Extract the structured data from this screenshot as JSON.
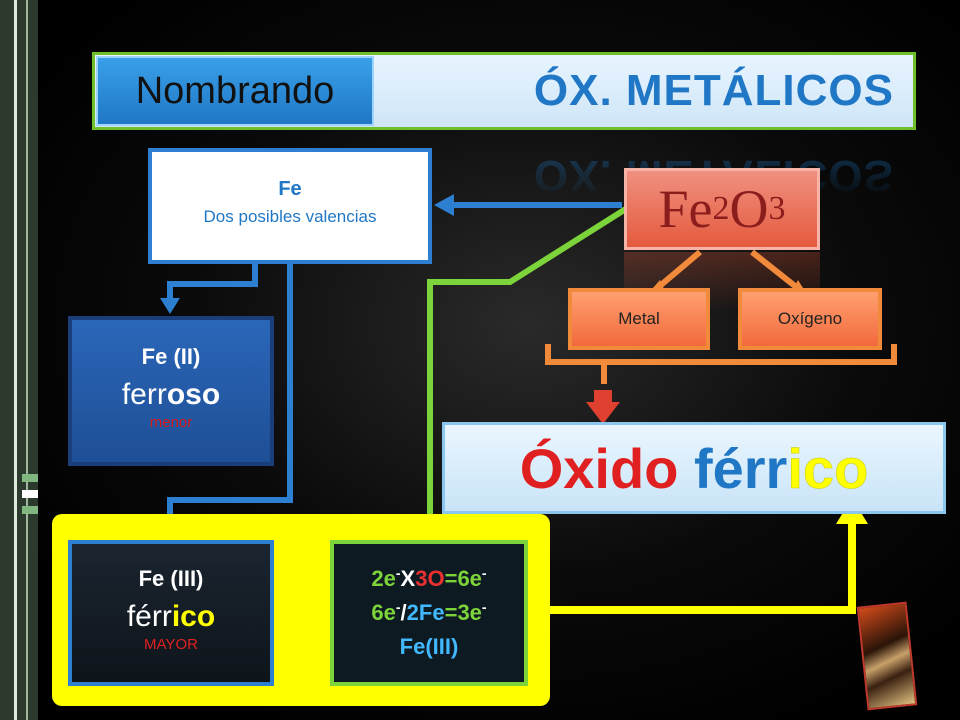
{
  "title": {
    "left_label": "Nombrando",
    "right_label": "ÓX. METÁLICOS"
  },
  "element_box": {
    "name": "Fe",
    "subtitle": "Dos posibles valencias"
  },
  "formula": {
    "el1": "Fe",
    "sub1": "2",
    "el2": "O",
    "sub2": "3"
  },
  "labels": {
    "metal": "Metal",
    "oxygen": "Oxígeno"
  },
  "ferroso": {
    "valence": "Fe (II)",
    "root": "ferr",
    "suffix": "oso",
    "note": "menor"
  },
  "ferrico": {
    "valence": "Fe (III)",
    "root": "férr",
    "suffix": "ico",
    "note": "MAYOR"
  },
  "result": {
    "word1": "Óxido",
    "root": "férr",
    "suffix": "ico"
  },
  "calc": {
    "l1_a": "2e",
    "l1_a_sup": "-",
    "l1_x": "X",
    "l1_3o": "3O",
    "l1_eq": "=6e",
    "l1_eq_sup": "-",
    "l2_a": "6e",
    "l2_a_sup": "-",
    "l2_slash": "/",
    "l2_2fe": "2Fe",
    "l2_eq": "=3e",
    "l2_eq_sup": "-",
    "l3": "Fe(III)"
  },
  "colors": {
    "blue": "#1f77c5",
    "green": "#7cd33a",
    "orange": "#f28a3c",
    "yellow": "#ffff00",
    "red": "#e02020"
  }
}
